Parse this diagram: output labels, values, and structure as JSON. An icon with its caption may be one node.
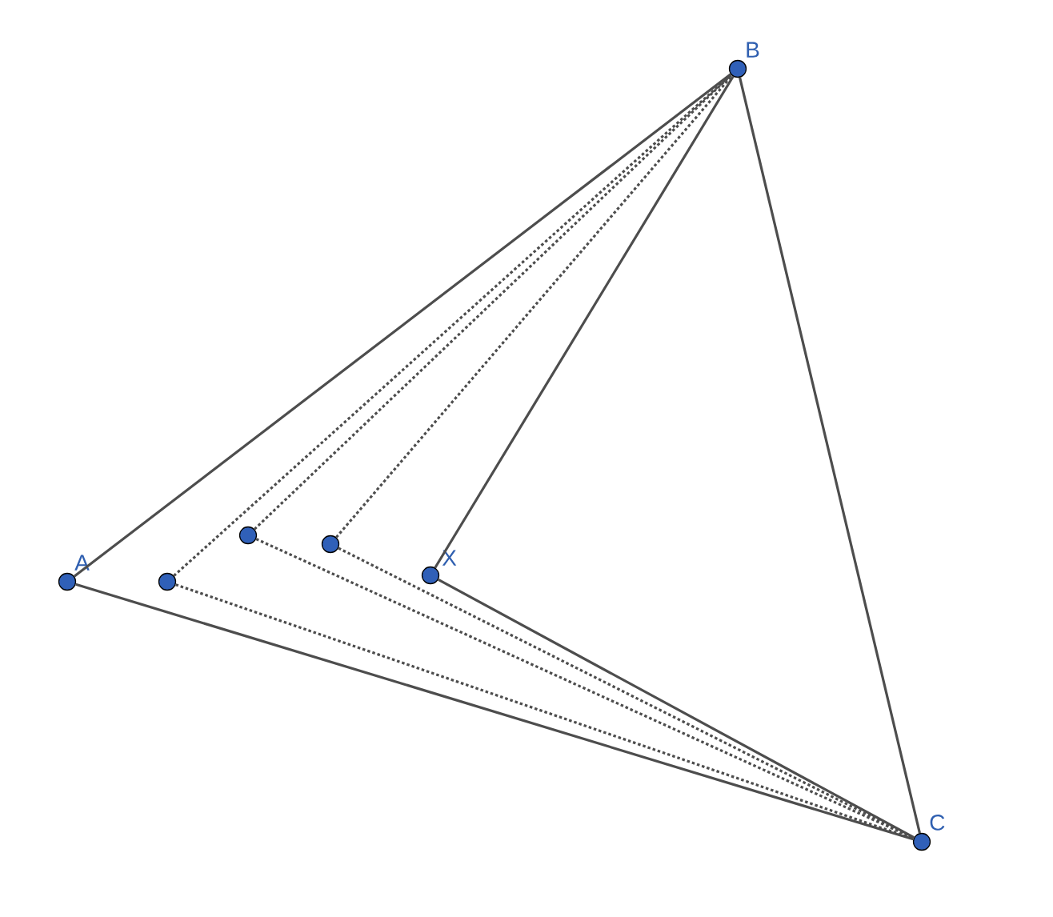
{
  "diagram": {
    "nodes": [
      {
        "text": [],
        "shape": "circle",
        "beside": [
          "A"
        ]
      },
      {
        "text": [],
        "shape": "circle",
        "beside": [
          "B"
        ]
      },
      {
        "text": [],
        "shape": "circle",
        "beside": [
          "C"
        ]
      },
      {
        "text": [],
        "shape": "circle",
        "beside": [
          "X"
        ]
      },
      {
        "text": [],
        "shape": "circle"
      },
      {
        "text": [],
        "shape": "circle"
      },
      {
        "text": [],
        "shape": "circle"
      }
    ],
    "edges": [
      {
        "from": 0,
        "to": 1,
        "arrow": "none"
      },
      {
        "from": 1,
        "to": 2,
        "arrow": "none"
      },
      {
        "from": 0,
        "to": 2,
        "arrow": "none"
      },
      {
        "from": 3,
        "to": 1,
        "arrow": "none"
      },
      {
        "from": 3,
        "to": 2,
        "arrow": "none"
      },
      {
        "from": 4,
        "to": 1,
        "arrow": "none",
        "style": "dashed"
      },
      {
        "from": 4,
        "to": 2,
        "arrow": "none",
        "style": "dashed"
      },
      {
        "from": 5,
        "to": 1,
        "arrow": "none",
        "style": "dashed"
      },
      {
        "from": 5,
        "to": 2,
        "arrow": "none",
        "style": "dashed"
      },
      {
        "from": 6,
        "to": 1,
        "arrow": "none",
        "style": "dashed"
      },
      {
        "from": 6,
        "to": 2,
        "arrow": "none",
        "style": "dashed"
      }
    ]
  }
}
